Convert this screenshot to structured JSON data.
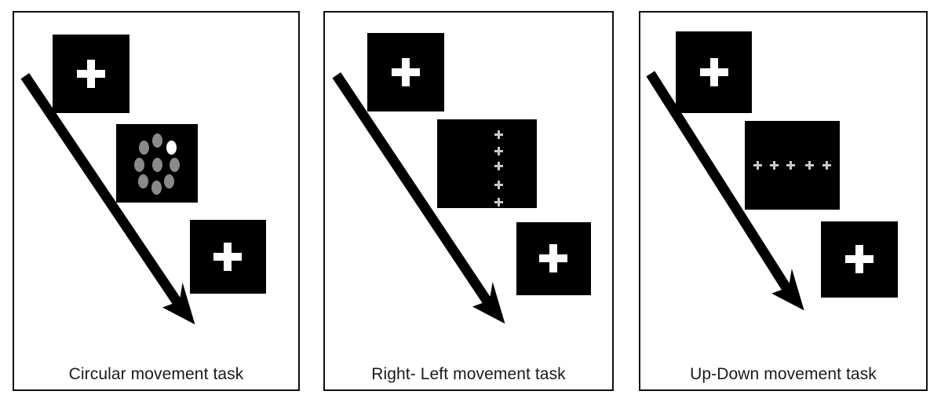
{
  "figure": {
    "title": "Experimental task panels",
    "background_color": "#ffffff",
    "border_color": "#0f0f0f",
    "panel_count": 3
  },
  "panels": [
    {
      "id": "circular-movement",
      "caption": "Circular movement task",
      "arrow": {
        "label": "diagonal-arrow",
        "direction": "down-right",
        "color": "#000000"
      },
      "frames": [
        {
          "type": "fixation",
          "label": "fixation-screen-1",
          "cross_color": "#ffffff",
          "background": "#000000"
        },
        {
          "type": "stimulus",
          "label": "circular-dot-array",
          "background": "#000000",
          "dot_color": "#8c8c8c",
          "target_color": "#ffffff",
          "dot_count": 9,
          "target_position": "upper-right"
        },
        {
          "type": "fixation",
          "label": "fixation-screen-2",
          "cross_color": "#ffffff",
          "background": "#000000"
        }
      ]
    },
    {
      "id": "right-left-movement",
      "caption": "Right- Left movement task",
      "arrow": {
        "label": "diagonal-arrow",
        "direction": "down-right",
        "color": "#000000"
      },
      "frames": [
        {
          "type": "fixation",
          "label": "fixation-screen-1",
          "cross_color": "#ffffff",
          "background": "#000000"
        },
        {
          "type": "stimulus",
          "label": "vertical-cross-column",
          "background": "#000000",
          "cross_color": "#c8c8c8",
          "cross_count": 5,
          "arrangement": "vertical"
        },
        {
          "type": "fixation",
          "label": "fixation-screen-2",
          "cross_color": "#ffffff",
          "background": "#000000"
        }
      ]
    },
    {
      "id": "up-down-movement",
      "caption": "Up-Down movement task",
      "arrow": {
        "label": "diagonal-arrow",
        "direction": "down-right",
        "color": "#000000"
      },
      "frames": [
        {
          "type": "fixation",
          "label": "fixation-screen-1",
          "cross_color": "#ffffff",
          "background": "#000000"
        },
        {
          "type": "stimulus",
          "label": "horizontal-cross-row",
          "background": "#000000",
          "cross_color": "#c8c8c8",
          "cross_count": 5,
          "arrangement": "horizontal"
        },
        {
          "type": "fixation",
          "label": "fixation-screen-2",
          "cross_color": "#ffffff",
          "background": "#000000"
        }
      ]
    }
  ]
}
